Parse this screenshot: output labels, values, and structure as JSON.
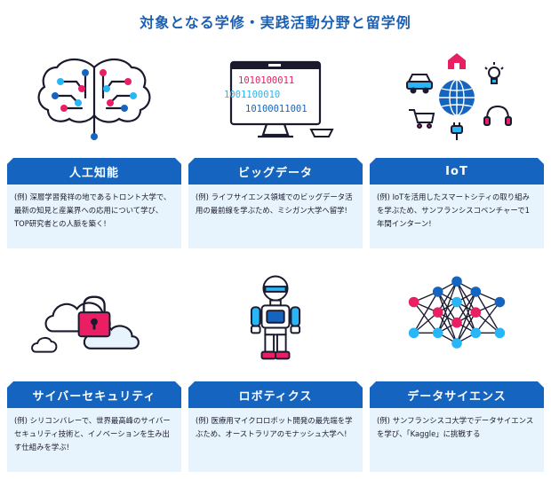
{
  "page": {
    "title": "対象となる学修・実践活動分野と留学例"
  },
  "cards": [
    {
      "title": "人工知能",
      "desc": "(例) 深層学習発祥の地であるトロント大学で、最新の知見と産業界への応用について学び、TOP研究者との人脈を築く!"
    },
    {
      "title": "ビッグデータ",
      "desc": "(例) ライフサイエンス領域でのビッグデータ活用の最前線を学ぶため、ミシガン大学へ留学!"
    },
    {
      "title": "IoT",
      "desc": "(例) IoTを活用したスマートシティの取り組みを学ぶため、サンフランシスコベンチャーで1年間インターン!"
    },
    {
      "title": "サイバーセキュリティ",
      "desc": "(例) シリコンバレーで、世界最高峰のサイバーセキュリティ技術と、イノベーションを生み出す仕組みを学ぶ!"
    },
    {
      "title": "ロボティクス",
      "desc": "(例) 医療用マイクロロボット開発の最先端を学ぶため、オーストラリアのモナッシュ大学へ!"
    },
    {
      "title": "データサイエンス",
      "desc": "(例) サンフランシスコ大学でデータサイエンスを学び、「Kaggle」に挑戦する"
    }
  ],
  "bigdata_bits": [
    "1010100011",
    "1001100010",
    "10100011001"
  ],
  "colors": {
    "banner": "#1565c0",
    "desc_bg": "#e8f4fd",
    "title": "#1b5fb3",
    "pink": "#e91e63",
    "cyan": "#29b6f6",
    "navy": "#1a1a2e"
  },
  "icons": [
    "brain-icon",
    "monitor-icon",
    "globe-icon",
    "car-icon",
    "house-icon",
    "bulb-icon",
    "cart-icon",
    "headphones-icon",
    "plug-icon",
    "cloud-icon",
    "padlock-icon",
    "robot-icon",
    "neural-network-icon"
  ]
}
